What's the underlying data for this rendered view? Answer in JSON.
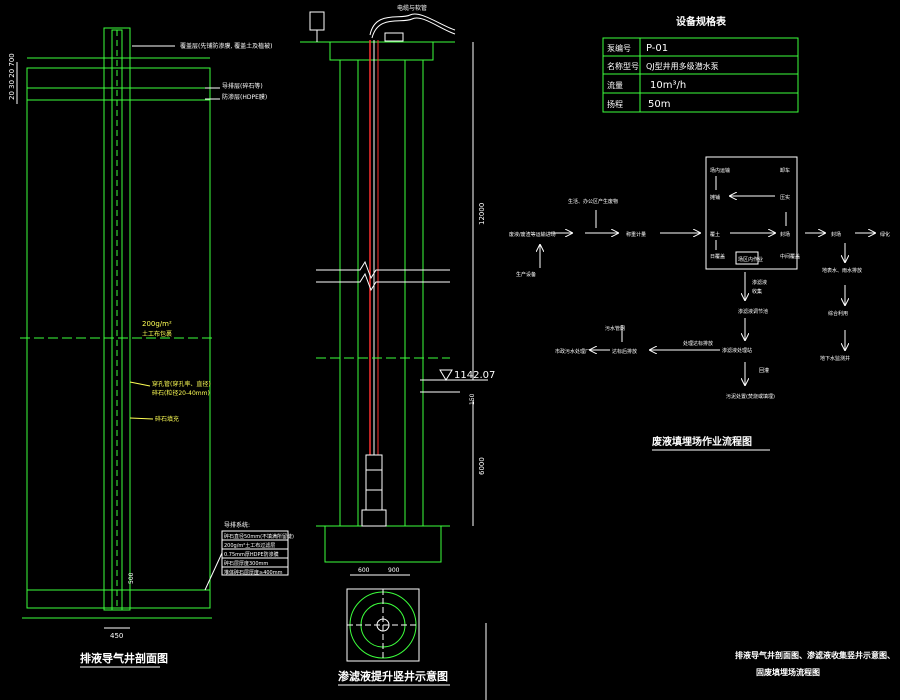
{
  "colors": {
    "background": "#000000",
    "line": "#3cff3c",
    "text": "#ffffff",
    "note": "#ffff55",
    "pipe": "#ff3030"
  },
  "left_well": {
    "title": "排液导气井剖面图",
    "dim_left_top": "20 30 20 700",
    "dim_bottom": "450",
    "dim_bottom_mark": "500",
    "notes_top": [
      "覆盖层(先铺防渗膜, 覆盖土及植被)",
      "导排层(碎石等)",
      "防渗层(HDPE膜)"
    ],
    "notes_mid": [
      "200g/m²",
      "土工布包裹"
    ],
    "notes_mid2": [
      "穿孔管(穿孔率、直径)",
      "碎石(粒径20-40mm)"
    ],
    "notes_mid3": [
      "碎石填充"
    ],
    "legend_title": "导排系统:",
    "legend": [
      "碎石直径50mm(不填满所留缝)",
      "200g/m²土工布过滤层",
      "0.75mm厚HDPE防渗膜",
      "碎石层厚度300mm",
      "堆体碎石层厚度≥400mm"
    ]
  },
  "mid_well": {
    "title": "渗滤液提升竖井示意图",
    "top_label": "电缆与软管",
    "dim_right": "12000",
    "elev": "1142.07",
    "dim_small": "150",
    "dim_lower": "6000",
    "dim_base": [
      "600",
      "900"
    ]
  },
  "equip_table": {
    "title": "设备规格表",
    "rows": [
      {
        "k": "泵编号",
        "v": "P-01"
      },
      {
        "k": "名称型号",
        "v": "QJ型井用多级潜水泵"
      },
      {
        "k": "流量",
        "v": "10m³/h"
      },
      {
        "k": "扬程",
        "v": "50m"
      }
    ]
  },
  "flow": {
    "title": "废液填埋场作业流程图",
    "nodes": {
      "n_in": "废液/废渣等运输进场",
      "n_src": "生产设备",
      "n_side": "生活、办公区产生废物",
      "n_wt": "称重计量",
      "b1": "场内运输",
      "b2": "卸车",
      "b3": "摊铺",
      "b4": "压实",
      "b5": "覆土",
      "b6": "封场",
      "b7": "日覆盖",
      "b8": "中间覆盖",
      "box_label": "场区内作业",
      "o1": "封场",
      "o2": "绿化",
      "r1": "地表水、雨水排放",
      "r2": "综合利用",
      "r3": "地下水监测井",
      "d1": "渗滤液",
      "d2": "收集",
      "d3": "渗滤液调节池",
      "d4": "渗滤液处理站",
      "d5": "处理达标排放",
      "d6": "回灌",
      "d7": "污泥",
      "d8": "污泥处置(焚烧或填埋)",
      "l1": "达标后排放",
      "l2": "市政污水处理厂",
      "l3": "污水管网"
    }
  },
  "caption": [
    "排液导气井剖面图、渗滤液收集竖井示意图、",
    "固废填埋场流程图"
  ]
}
